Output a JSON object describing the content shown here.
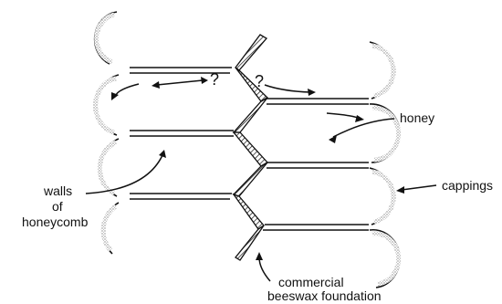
{
  "labels": {
    "question_left": "?",
    "question_right": "?",
    "honey": "honey",
    "walls_line1": "walls",
    "walls_line2": "of",
    "walls_line3": "honeycomb",
    "cappings": "cappings",
    "foundation_line1": "commercial",
    "foundation_line2": "beeswax foundation"
  },
  "colors": {
    "ink": "#111111",
    "stipple": "#9a9a9a",
    "background": "#ffffff"
  }
}
